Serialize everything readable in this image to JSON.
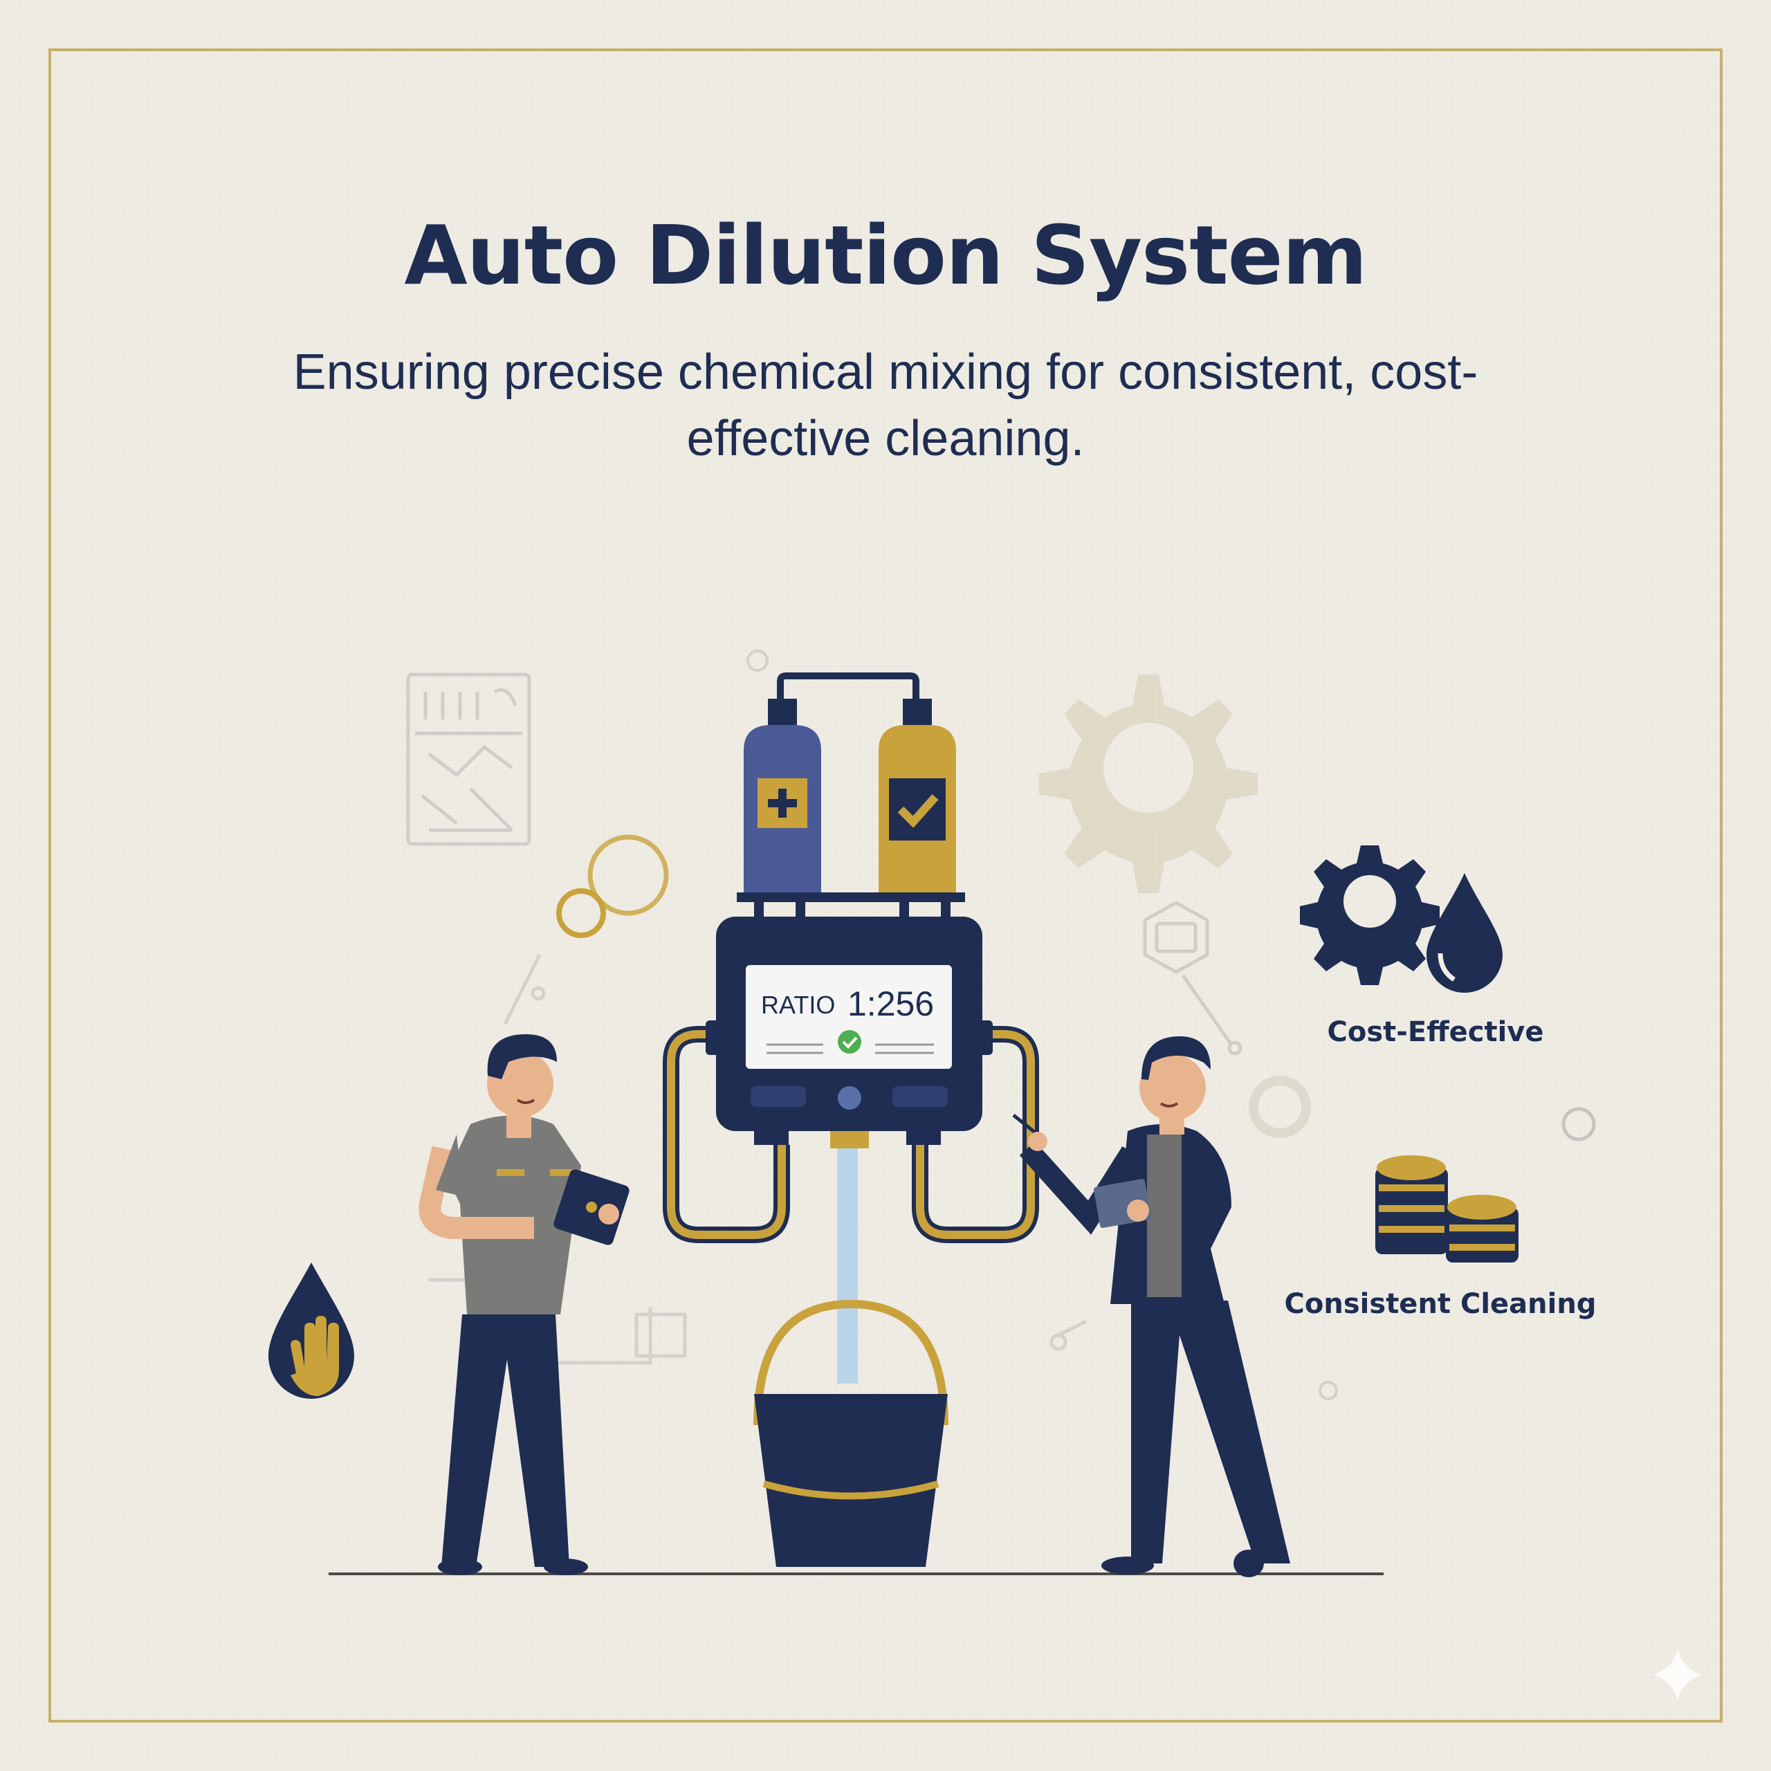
{
  "header": {
    "title": "Auto Dilution System",
    "subtitle": "Ensuring precise chemical mixing for consistent, cost-effective cleaning."
  },
  "device": {
    "ratio_label": "RATIO",
    "ratio_value": "1:256"
  },
  "features": [
    {
      "label": "Cost-Effective",
      "icon": "gear-drop-icon"
    },
    {
      "label": "Consistent Cleaning",
      "icon": "coin-stack-icon"
    }
  ],
  "colors": {
    "navy": "#1f2d52",
    "gold": "#c9a23c",
    "blue_bottle": "#4a5a96",
    "water": "#b9d3e8",
    "frame": "#c8b06a"
  }
}
